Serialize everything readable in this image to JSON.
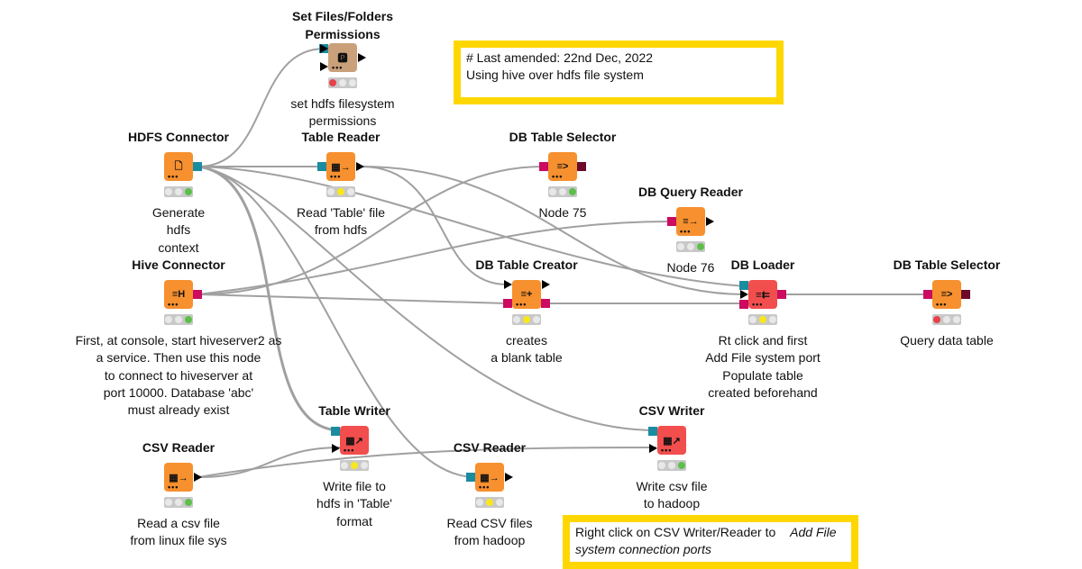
{
  "colors": {
    "orange": "#f7902f",
    "red": "#f24e4e",
    "tan": "#c9a07a",
    "fs_port": "#1a8ca0",
    "db_port": "#cc0a60",
    "db_data_port": "#6b0a2a",
    "annotation_border": "#ffd700"
  },
  "nodes": [
    {
      "title": "Set Files/Folders Permissions",
      "title2": "",
      "icon": "P",
      "desc": [
        "set hdfs filesystem",
        "permissions"
      ],
      "status": "red"
    },
    {
      "title": "HDFS Connector",
      "icon": "file-connector-icon",
      "desc": [
        "Generate",
        "hdfs",
        "context"
      ],
      "status": "green"
    },
    {
      "title": "Table Reader",
      "icon": "table-read-icon",
      "desc": [
        "Read 'Table' file",
        "from hdfs"
      ],
      "status": "yellow"
    },
    {
      "title": "DB Table Selector",
      "icon": "db-select-icon",
      "desc": [
        "Node 75"
      ],
      "status": "green"
    },
    {
      "title": "DB Query Reader",
      "icon": "db-read-icon",
      "desc": [
        "Node 76"
      ],
      "status": "green"
    },
    {
      "title": "Hive Connector",
      "icon": "H",
      "desc": [
        "First, at console, start hiveserver2 as",
        "a service. Then use this node",
        "to connect to hiveserver at",
        "port 10000. Database 'abc'",
        "must already exist"
      ],
      "status": "green"
    },
    {
      "title": "DB Table Creator",
      "icon": "db-create-icon",
      "desc": [
        "creates",
        "a blank table"
      ],
      "status": "yellow"
    },
    {
      "title": "DB Loader",
      "icon": "db-loader-icon",
      "desc": [
        "Rt click and first",
        "Add File system port",
        "Populate table",
        "created beforehand"
      ],
      "status": "yellow"
    },
    {
      "title": "DB Table Selector",
      "icon": "db-select-icon",
      "desc": [
        "Query data table"
      ],
      "status": "red"
    },
    {
      "title": "Table Writer",
      "icon": "table-write-icon",
      "desc": [
        "Write file to",
        "hdfs in 'Table'",
        "format"
      ],
      "status": "yellow"
    },
    {
      "title": "CSV Reader",
      "icon": "csv-read-icon",
      "desc": [
        "Read a csv file",
        "from linux file sys"
      ],
      "status": "green"
    },
    {
      "title": "CSV Reader",
      "icon": "csv-read-icon",
      "desc": [
        "Read CSV files",
        "from hadoop"
      ],
      "status": "yellow"
    },
    {
      "title": "CSV Writer",
      "icon": "csv-write-icon",
      "desc": [
        "Write csv file",
        "to hadoop"
      ],
      "status": "green"
    }
  ],
  "annotations": [
    {
      "lines": [
        "# Last amended: 22nd Dec, 2022",
        "Using hive over hdfs file system"
      ]
    },
    {
      "text": "Right click on CSV Writer/Reader to",
      "italic": "Add File system connection ports"
    }
  ]
}
